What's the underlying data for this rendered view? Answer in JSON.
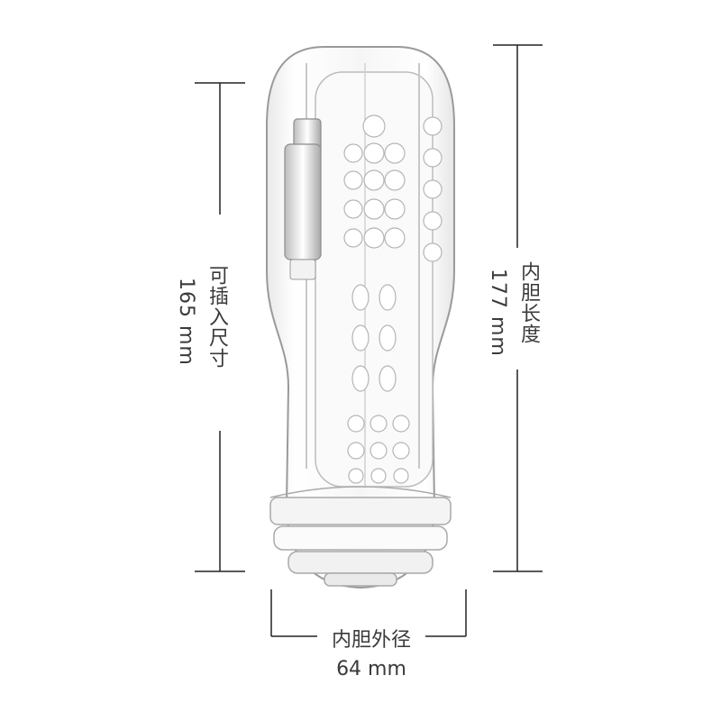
{
  "dimensions": {
    "insert_length": {
      "label": "可插入尺寸",
      "value": "165 mm"
    },
    "inner_length": {
      "label": "内胆长度",
      "value": "177 mm"
    },
    "inner_diameter": {
      "label": "内胆外径",
      "value": "64 mm"
    }
  },
  "colors": {
    "line": "#222222",
    "text": "#3a3a3a",
    "product_outline": "#9a9a9a"
  }
}
